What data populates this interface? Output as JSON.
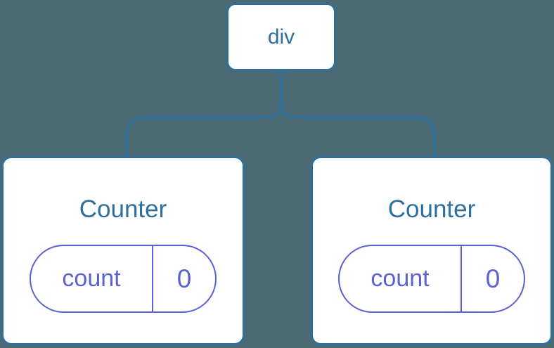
{
  "theme": {
    "background": "#4c6a74",
    "node_blue": "#2e6f9e",
    "state_purple": "#5c61d4",
    "card_bg": "#ffffff"
  },
  "diagram": {
    "type": "component-tree",
    "root": {
      "label": "div"
    },
    "children": [
      {
        "label": "Counter",
        "state": {
          "key": "count",
          "value": "0"
        }
      },
      {
        "label": "Counter",
        "state": {
          "key": "count",
          "value": "0"
        }
      }
    ]
  }
}
